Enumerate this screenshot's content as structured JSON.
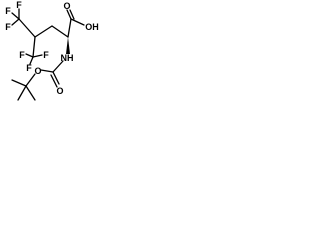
{
  "molecule": {
    "atoms": {
      "f_top_left": "F",
      "f_top": "F",
      "f_left": "F",
      "f_bottom_left": "F",
      "f_bottom_mid": "F",
      "f_bottom_right": "F",
      "o_acid": "O",
      "oh_acid": "OH",
      "nh": "NH",
      "o_carbamate_ester": "O",
      "o_carbamate_carbonyl": "O"
    },
    "colors": {
      "ink": "#000000",
      "background": "#ffffff"
    }
  }
}
